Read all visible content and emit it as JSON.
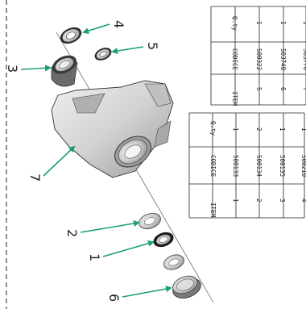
{
  "accent_color": "#1a9e78",
  "callouts": [
    {
      "label": "4"
    },
    {
      "label": "5"
    },
    {
      "label": "3"
    },
    {
      "label": "7"
    },
    {
      "label": "2"
    },
    {
      "label": "1"
    },
    {
      "label": "6"
    }
  ],
  "parts_table_right": {
    "headers": [
      "ITEM",
      "CODICE",
      "Q.ty"
    ],
    "rows": [
      {
        "item": "5",
        "codice": "500322",
        "qty": "1"
      },
      {
        "item": "6",
        "codice": "503740",
        "qty": "1"
      },
      {
        "item": "7",
        "codice": "505770",
        "qty": "1"
      }
    ]
  },
  "parts_table_left": {
    "headers": [
      "ITEM",
      "CODICE",
      "Q.ty"
    ],
    "rows": [
      {
        "item": "1",
        "codice": "500133",
        "qty": "1"
      },
      {
        "item": "2",
        "codice": "500134",
        "qty": "2"
      },
      {
        "item": "3",
        "codice": "500135",
        "qty": "1"
      },
      {
        "item": "4",
        "codice": "500210",
        "qty": "1"
      }
    ]
  }
}
